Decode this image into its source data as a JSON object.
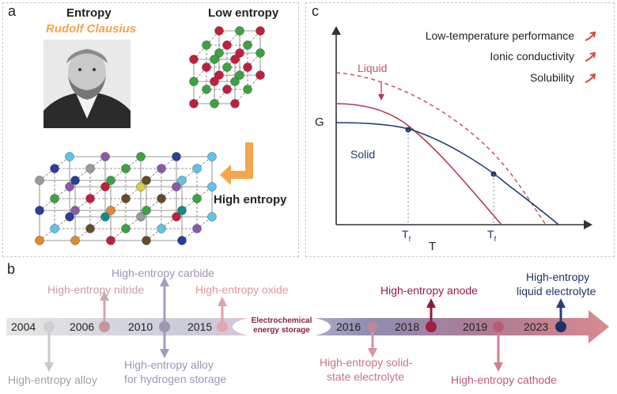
{
  "panel_a": {
    "label": "a",
    "entropy_title": "Entropy",
    "scientist_name": "Rudolf Clausius",
    "low_entropy": "Low entropy",
    "high_entropy": "High entropy"
  },
  "panel_c": {
    "label": "c",
    "g_label": "G",
    "t_label": "T",
    "liquid_label": "Liquid",
    "solid_label": "Solid",
    "tf1": "T",
    "tf2": "T",
    "tf_sub": "f",
    "benefits": [
      "Low-temperature performance",
      "Ionic conductivity",
      "Solubility"
    ],
    "colors": {
      "solid": "#1f3a6b",
      "liquid": "#b03a55",
      "liquid_dash": "#c0556a"
    }
  },
  "panel_b": {
    "label": "b",
    "center_label_1": "Electrochemical",
    "center_label_2": "energy storage",
    "years": [
      "2004",
      "2006",
      "2010",
      "2015",
      "2016",
      "2018",
      "2019",
      "2023"
    ],
    "events": {
      "alloy": "High-entropy alloy",
      "nitride": "High-entropy nitride",
      "carbide": "High-entropy carbide",
      "alloy_h2_1": "High-entropy alloy",
      "alloy_h2_2": "for hydrogen storage",
      "oxide": "High-entropy oxide",
      "solid_1": "High-entropy solid-",
      "solid_2": "state electrolyte",
      "anode": "High-entropy anode",
      "cathode": "High-entropy cathode",
      "liquid_1": "High-entropy",
      "liquid_2": "liquid electrolyte"
    }
  }
}
